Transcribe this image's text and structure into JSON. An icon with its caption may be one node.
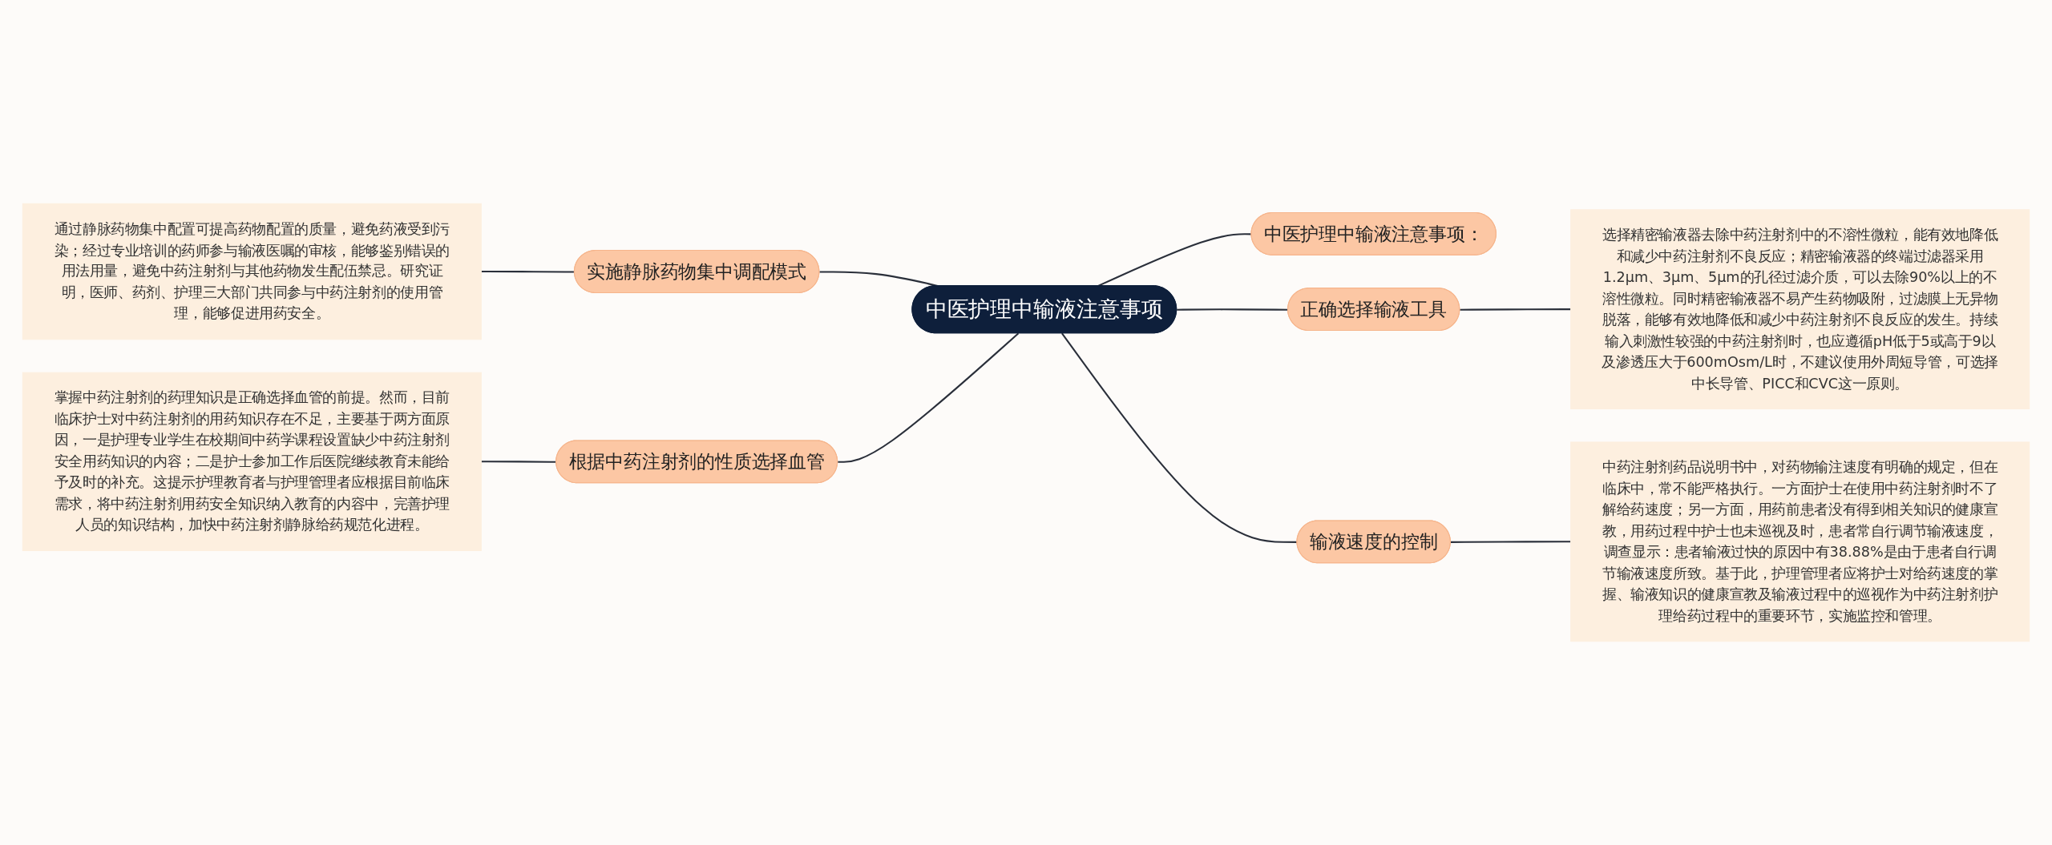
{
  "diagram": {
    "nodes": [
      {
        "text": [
          "中医护理中输液注意事项"
        ]
      },
      {
        "text": [
          "中医护理中输液注意事项："
        ]
      },
      {
        "text": [
          "正确选择输液工具"
        ]
      },
      {
        "text": [
          "选择精密输液器去除中药注射剂中的不溶性微粒，能有效地降低和减少中药注射剂不良反应；精密输液器的终端过滤器采用1.2μm、3μm、5μm的孔径过滤介质，可以去除90%以上的不溶性微粒。同时精密输液器不易产生药物吸附，过滤膜上无异物脱落，能够有效地降低和减少中药注射剂不良反应的发生。持续输入刺激性较强的中药注射剂时，也应遵循pH低于5或高于9以及渗透压大于600mOsm/L时，不建议使用外周短导管，可选择中长导管、PICC和CVC这一原则。"
        ]
      },
      {
        "text": [
          "输液速度的控制"
        ]
      },
      {
        "text": [
          "中药注射剂药品说明书中，对药物输注速度有明确的规定，但在临床中，常不能严格执行。一方面护士在使用中药注射剂时不了解给药速度；另一方面，用药前患者没有得到相关知识的健康宣教，用药过程中护士也未巡视及时，患者常自行调节输液速度，调查显示：患者输液过快的原因中有38.88%是由于患者自行调节输液速度所致。基于此，护理管理者应将护士对给药速度的掌握、输液知识的健康宣教及输液过程中的巡视作为中药注射剂护理给药过程中的重要环节，实施监控和管理。"
        ]
      },
      {
        "text": [
          "实施静脉药物集中调配模式"
        ]
      },
      {
        "text": [
          "通过静脉药物集中配置可提高药物配置的质量，避免药液受到污染；经过专业培训的药师参与输液医嘱的审核，能够鉴别错误的用法用量，避免中药注射剂与其他药物发生配伍禁忌。研究证明，医师、药剂、护理三大部门共同参与中药注射剂的使用管理，能够促进用药安全。"
        ]
      },
      {
        "text": [
          "根据中药注射剂的性质选择血管"
        ]
      },
      {
        "text": [
          "掌握中药注射剂的药理知识是正确选择血管的前提。然而，目前临床护士对中药注射剂的用药知识存在不足，主要基于两方面原因，一是护理专业学生在校期间中药学课程设置缺少中药注射剂安全用药知识的内容；二是护士参加工作后医院继续教育未能给予及时的补充。这提示护理教育者与护理管理者应根据目前临床需求，将中药注射剂用药安全知识纳入教育的内容中，完善护理人员的知识结构，加快中药注射剂静脉给药规范化进程。"
        ]
      }
    ],
    "edges": [
      {
        "from": 0,
        "to": 1,
        "arrow": "none"
      },
      {
        "from": 0,
        "to": 2,
        "arrow": "none"
      },
      {
        "from": 2,
        "to": 3,
        "arrow": "none"
      },
      {
        "from": 0,
        "to": 4,
        "arrow": "none"
      },
      {
        "from": 4,
        "to": 5,
        "arrow": "none"
      },
      {
        "from": 7,
        "to": 6,
        "arrow": "none"
      },
      {
        "from": 6,
        "to": 0,
        "arrow": "none"
      },
      {
        "from": 9,
        "to": 8,
        "arrow": "none"
      },
      {
        "from": 8,
        "to": 0,
        "arrow": "none"
      }
    ]
  }
}
